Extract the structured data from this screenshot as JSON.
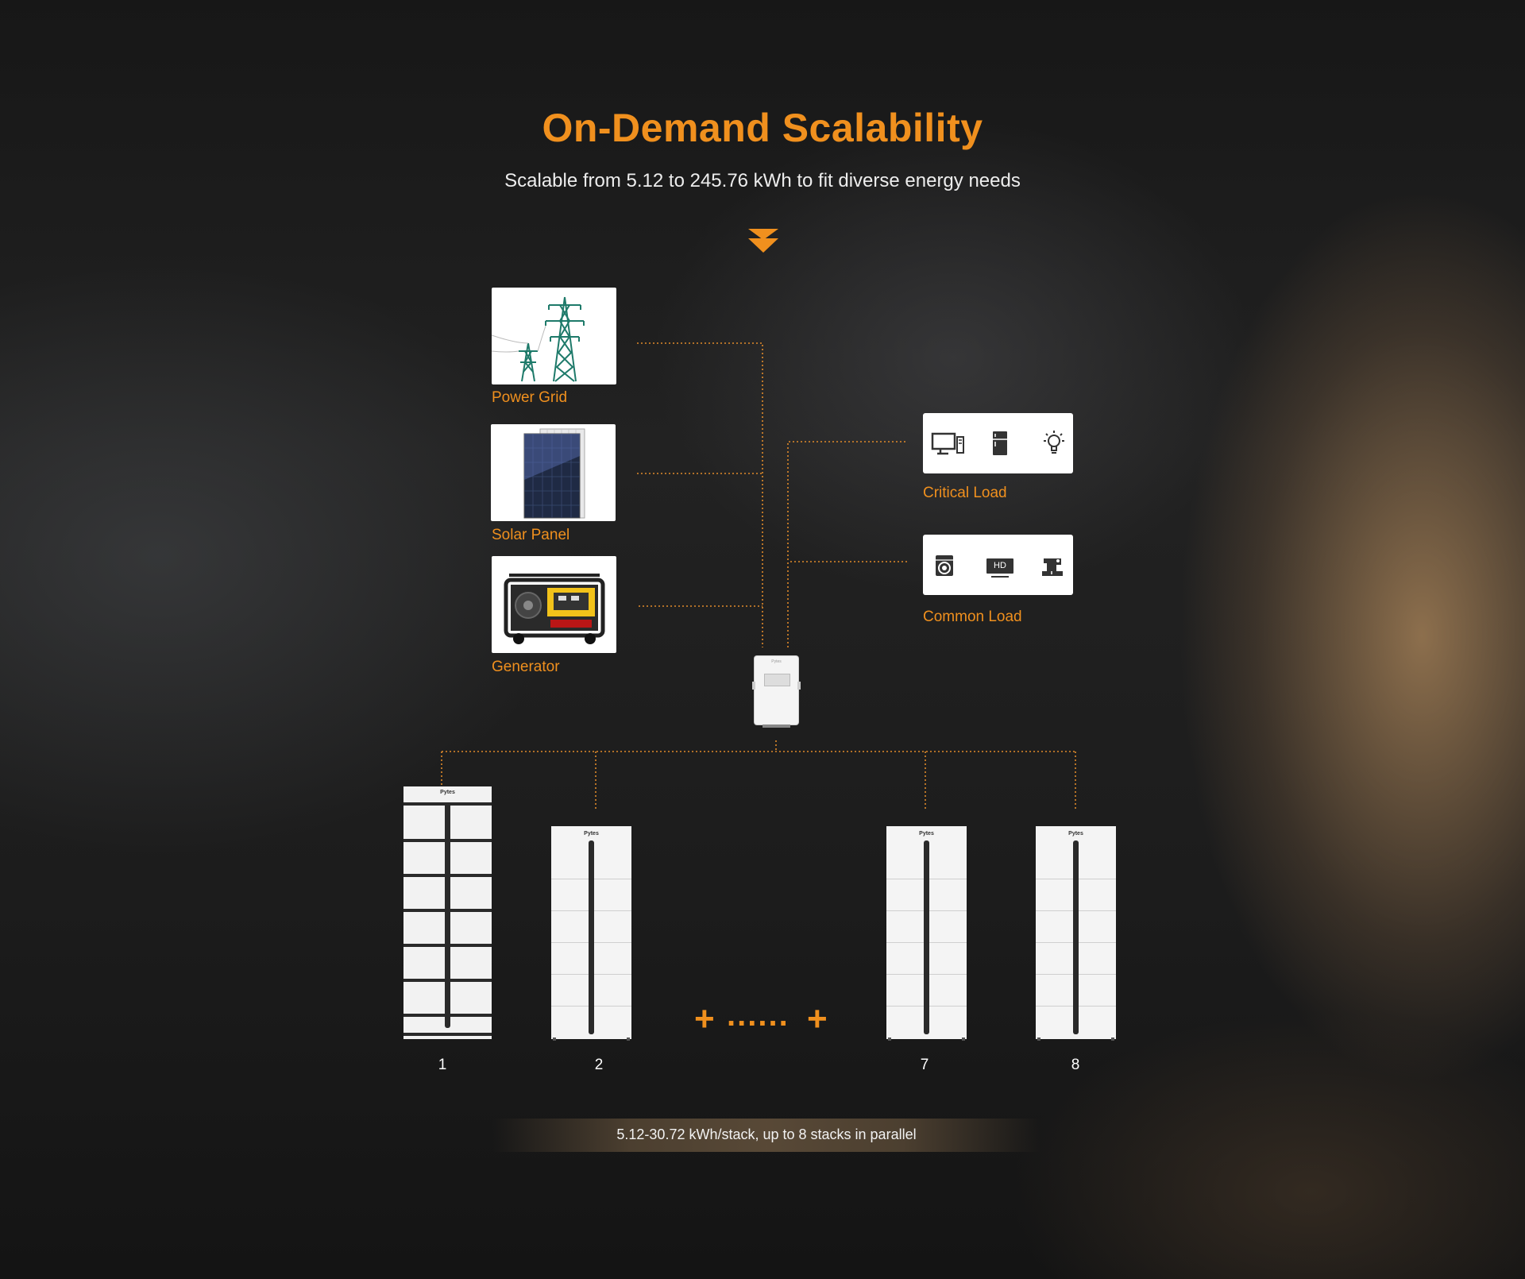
{
  "header": {
    "title": "On-Demand Scalability",
    "subtitle": "Scalable from 5.12 to 245.76 kWh to fit diverse energy needs"
  },
  "sources": [
    {
      "label": "Power Grid",
      "icon": "power-tower-icon"
    },
    {
      "label": "Solar Panel",
      "icon": "solar-panel-icon"
    },
    {
      "label": "Generator",
      "icon": "generator-icon"
    }
  ],
  "loads": [
    {
      "label": "Critical Load",
      "icons": [
        "computer-icon",
        "refrigerator-icon",
        "light-bulb-icon"
      ]
    },
    {
      "label": "Common Load",
      "icons": [
        "washing-machine-icon",
        "tv-icon",
        "sewing-machine-icon"
      ],
      "tv_text": "HD"
    }
  ],
  "inverter": {
    "brand": "Pytes"
  },
  "stacks": [
    {
      "number": "1",
      "brand": "Pytes",
      "modules": 7
    },
    {
      "number": "2",
      "brand": "Pytes",
      "modules": 6
    },
    {
      "number": "7",
      "brand": "Pytes",
      "modules": 6
    },
    {
      "number": "8",
      "brand": "Pytes",
      "modules": 6
    }
  ],
  "separator": {
    "plus": "+",
    "dots": "......"
  },
  "footer": {
    "text": "5.12-30.72 kWh/stack, up to 8 stacks in parallel"
  },
  "colors": {
    "accent": "#f0901e",
    "wire": "#e08a2a",
    "tower": "#1e7a6a"
  }
}
